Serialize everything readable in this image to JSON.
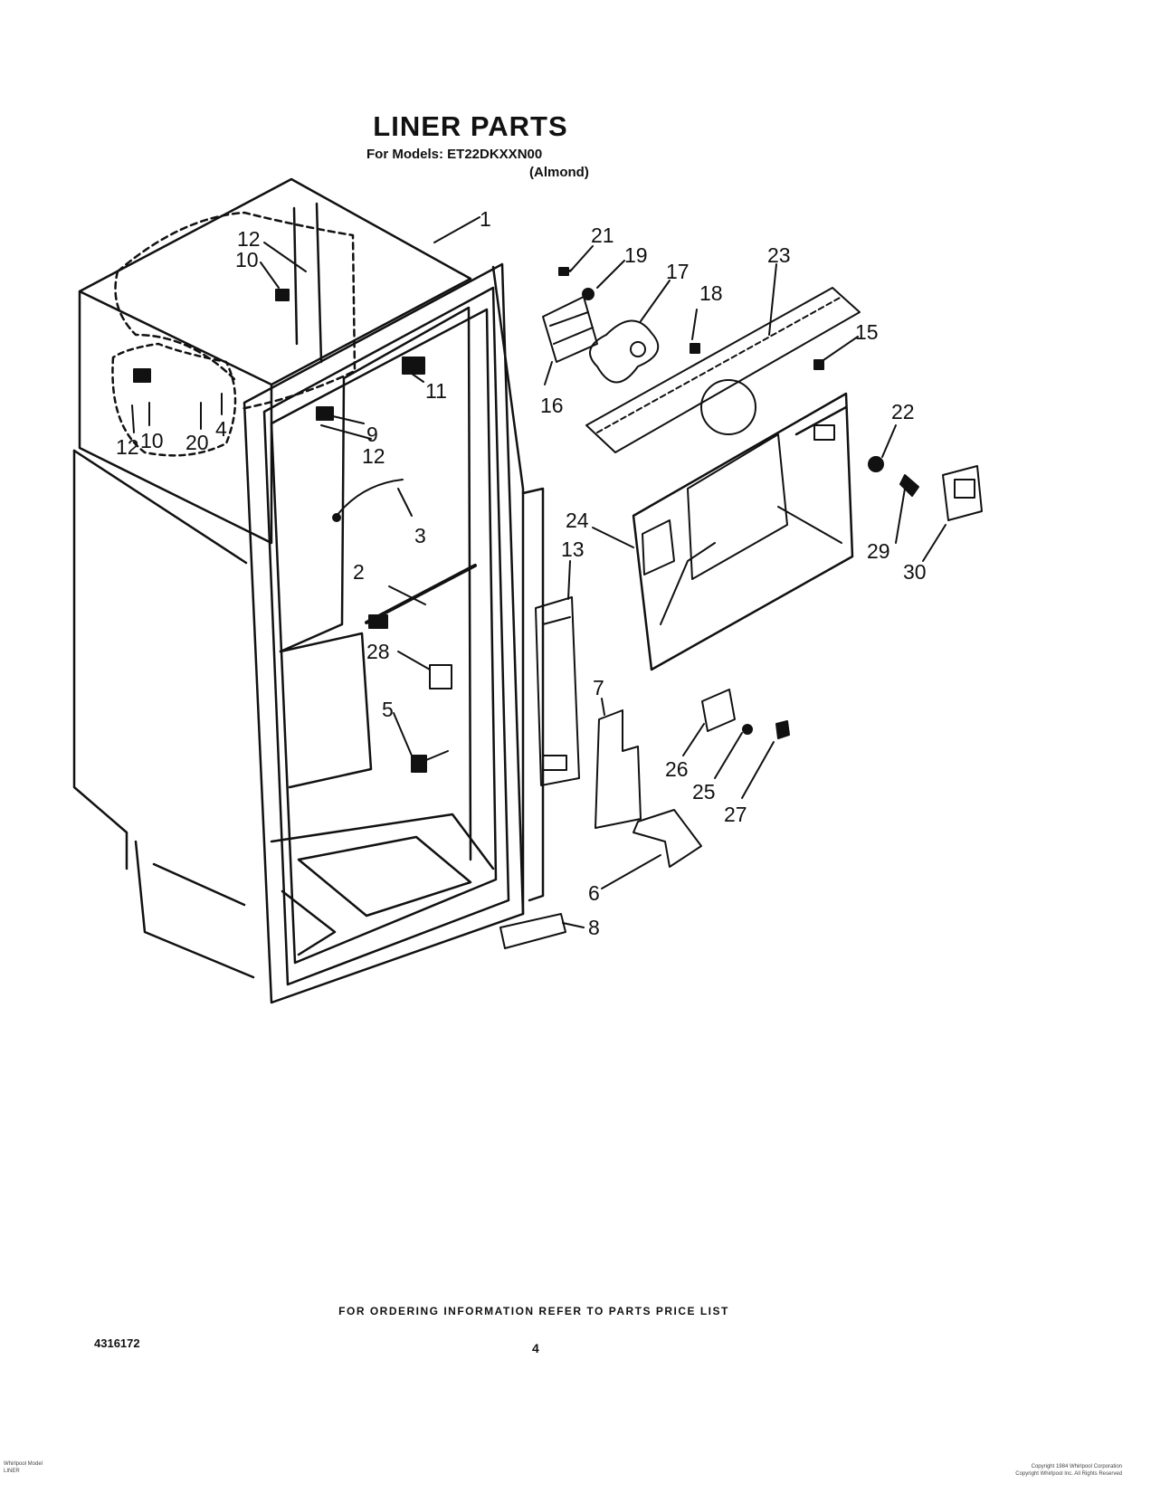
{
  "header": {
    "title": "LINER PARTS",
    "subtitle": "For Models: ET22DKXXN00",
    "variant": "(Almond)"
  },
  "callouts": {
    "p1": "1",
    "p2": "2",
    "p3": "3",
    "p4": "4",
    "p5": "5",
    "p6": "6",
    "p7": "7",
    "p8": "8",
    "p9": "9",
    "p10a": "10",
    "p10b": "10",
    "p11": "11",
    "p12a": "12",
    "p12b": "12",
    "p12c": "12",
    "p13": "13",
    "p15": "15",
    "p16": "16",
    "p17": "17",
    "p18": "18",
    "p19": "19",
    "p20": "20",
    "p21": "21",
    "p22": "22",
    "p23": "23",
    "p24": "24",
    "p25": "25",
    "p26": "26",
    "p27": "27",
    "p28": "28",
    "p29": "29",
    "p30": "30"
  },
  "footer": {
    "ordering_note": "FOR ORDERING INFORMATION REFER TO PARTS PRICE LIST",
    "document_number": "4316172",
    "page_number": "4"
  },
  "fine_print": {
    "left_line1": "Whirlpool Model",
    "left_line2": "LINER",
    "right_line1": "Copyright 1984 Whirlpool Corporation",
    "right_line2": "Copyright Whirlpool Inc. All Rights Reserved"
  }
}
